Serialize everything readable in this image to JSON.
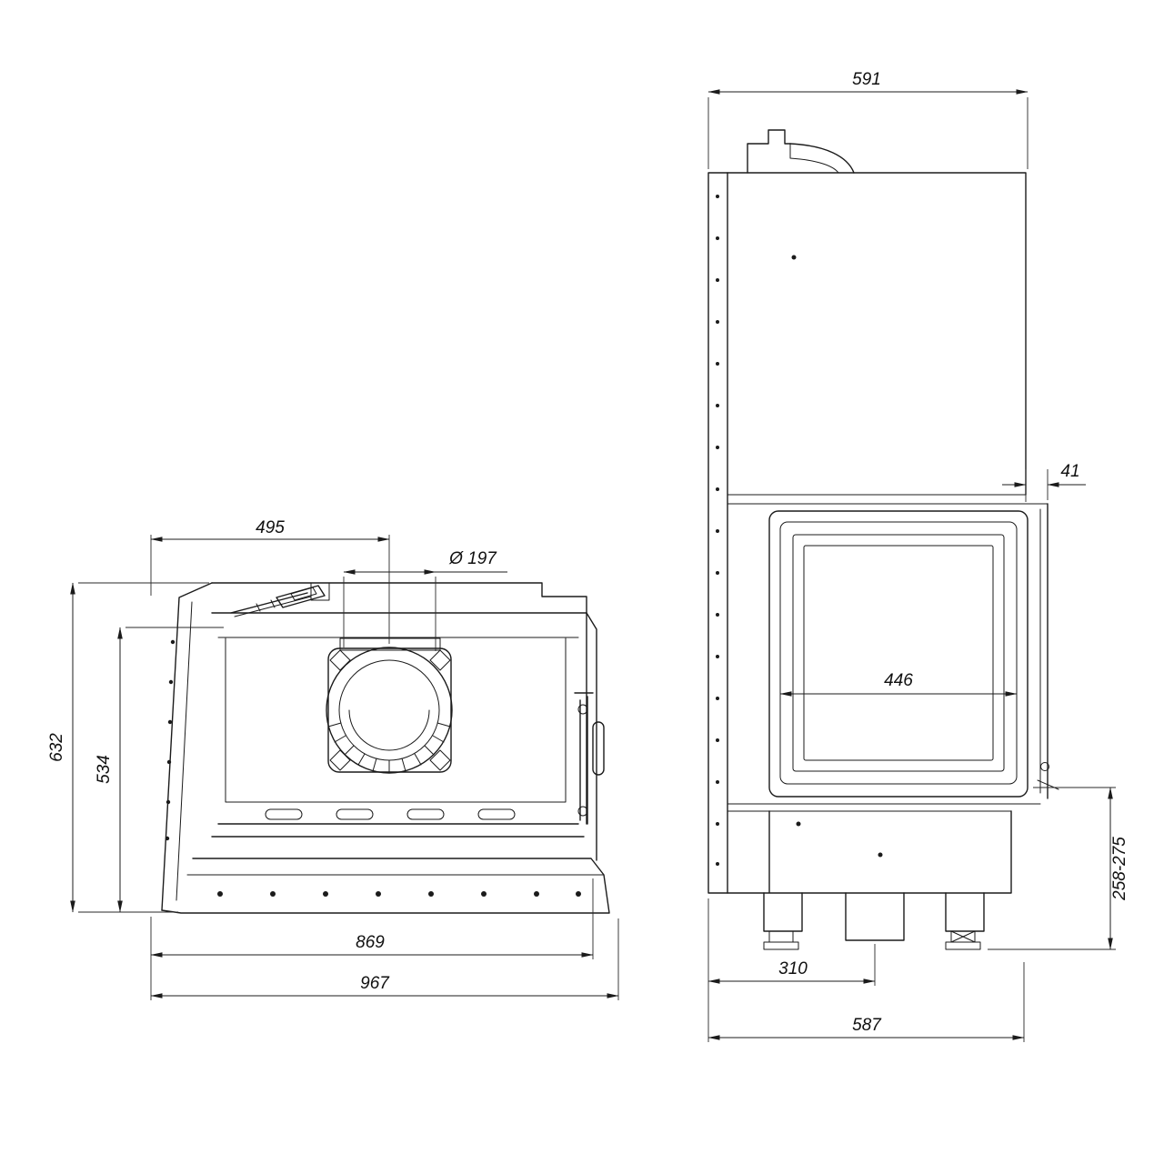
{
  "page": {
    "background_color": "#ffffff",
    "line_color": "#1b1b1b",
    "content": "two-view technical drawing of a fireplace insert with dimension annotations"
  },
  "dimensions": {
    "front": {
      "width_top": "495",
      "flue_diameter": "Ø 197",
      "height_overall": "632",
      "height_inner": "534",
      "width_inner": "869",
      "width_overall": "967"
    },
    "side": {
      "depth_overall": "591",
      "door_offset": "41",
      "glass_width": "446",
      "plinth_height_range": "258-275",
      "outlet_distance": "310",
      "depth_base": "587"
    }
  }
}
